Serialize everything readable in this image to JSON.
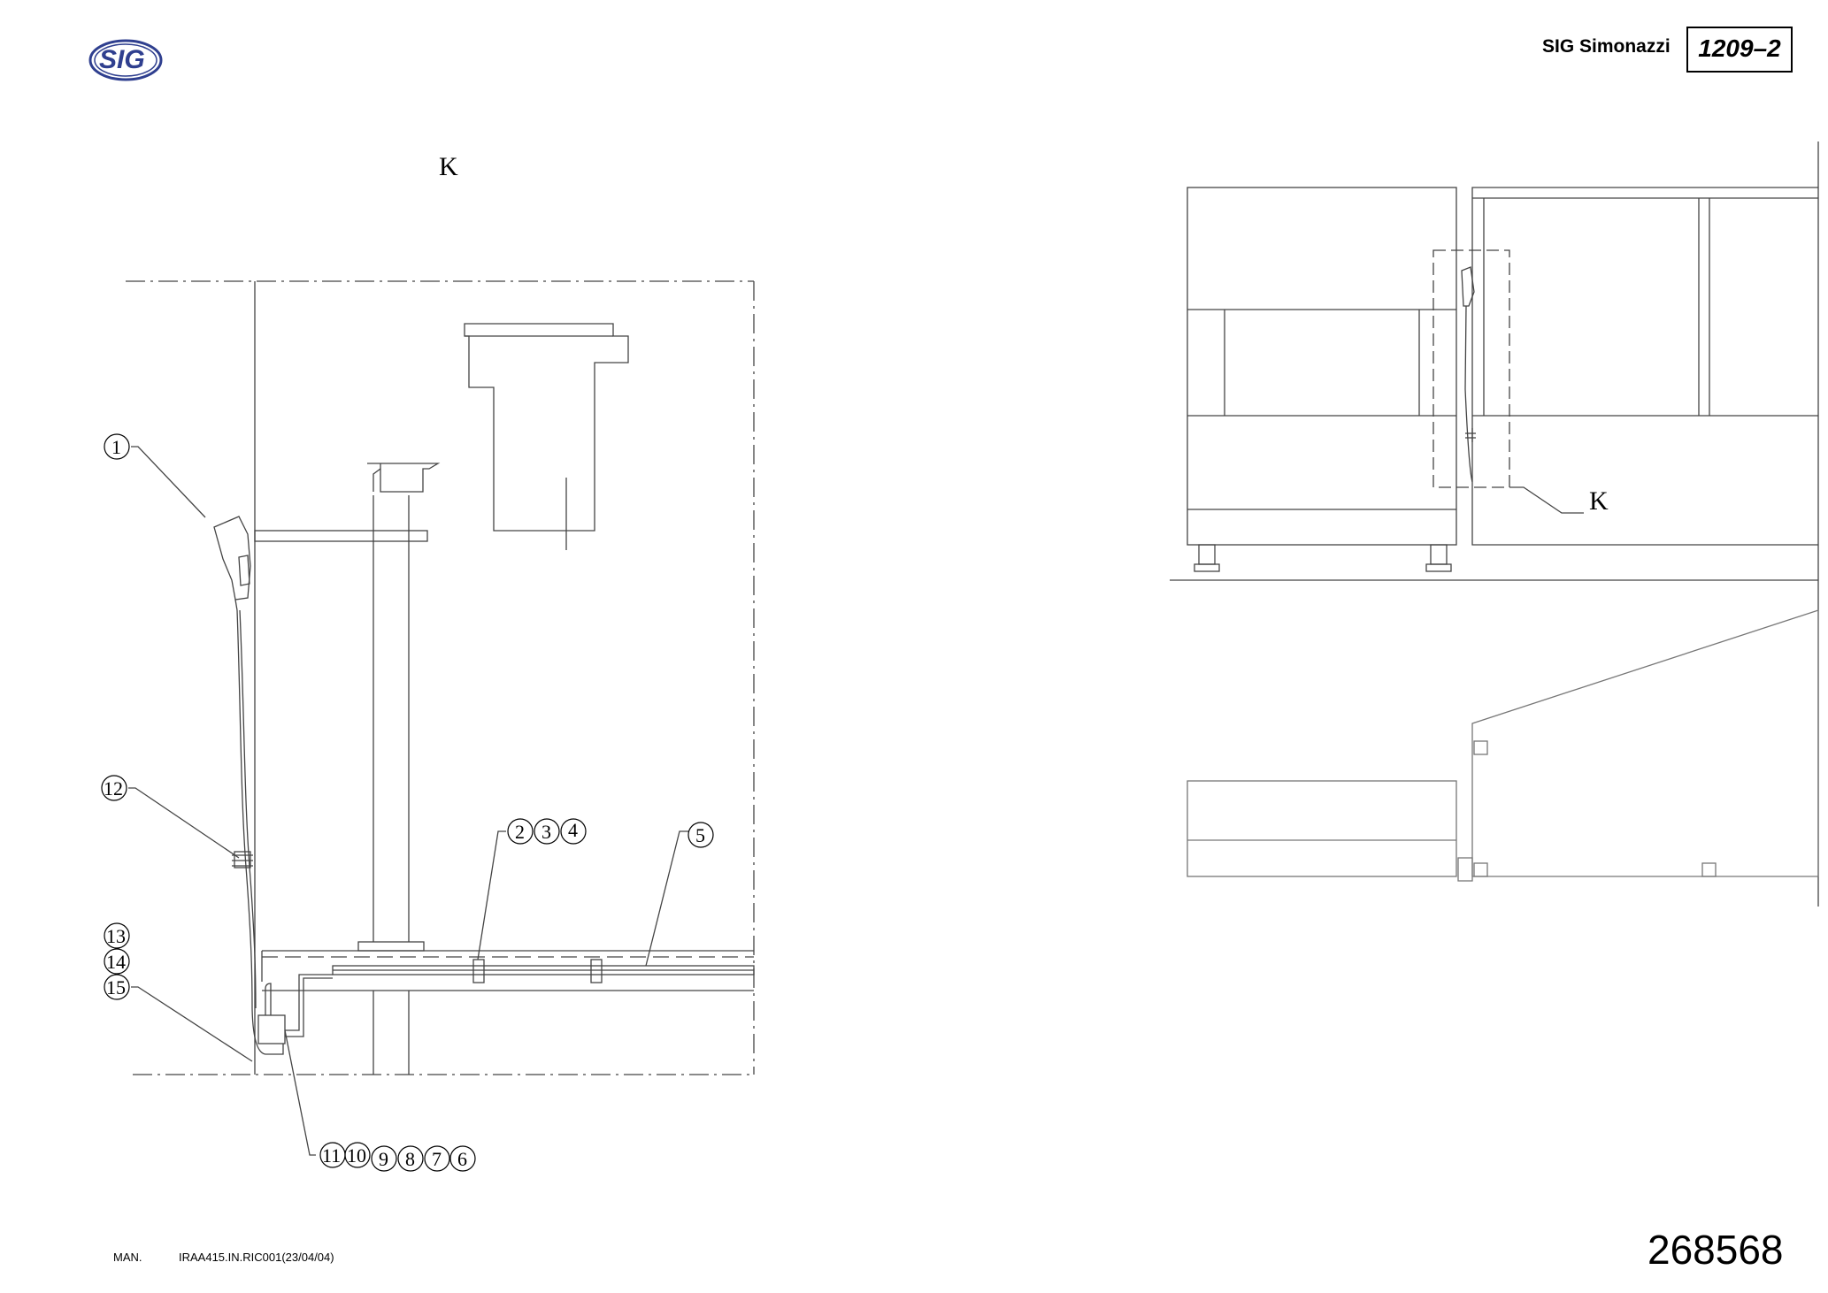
{
  "header": {
    "brand_name": "SIG Simonazzi",
    "drawing_code": "1209–2",
    "logo_text": "SIG",
    "logo_color": "#2f3f8f"
  },
  "detail": {
    "view_label": "K",
    "ref_label": "K"
  },
  "callouts": [
    "1",
    "12",
    "13",
    "14",
    "15",
    "2",
    "3",
    "4",
    "5",
    "11",
    "10",
    "9",
    "8",
    "7",
    "6"
  ],
  "footer": {
    "man_label": "MAN.",
    "doc_ref": "IRAA415.IN.RIC001(23/04/04)",
    "page_number": "268568"
  },
  "colors": {
    "line": "#444444",
    "ink": "#000000"
  }
}
